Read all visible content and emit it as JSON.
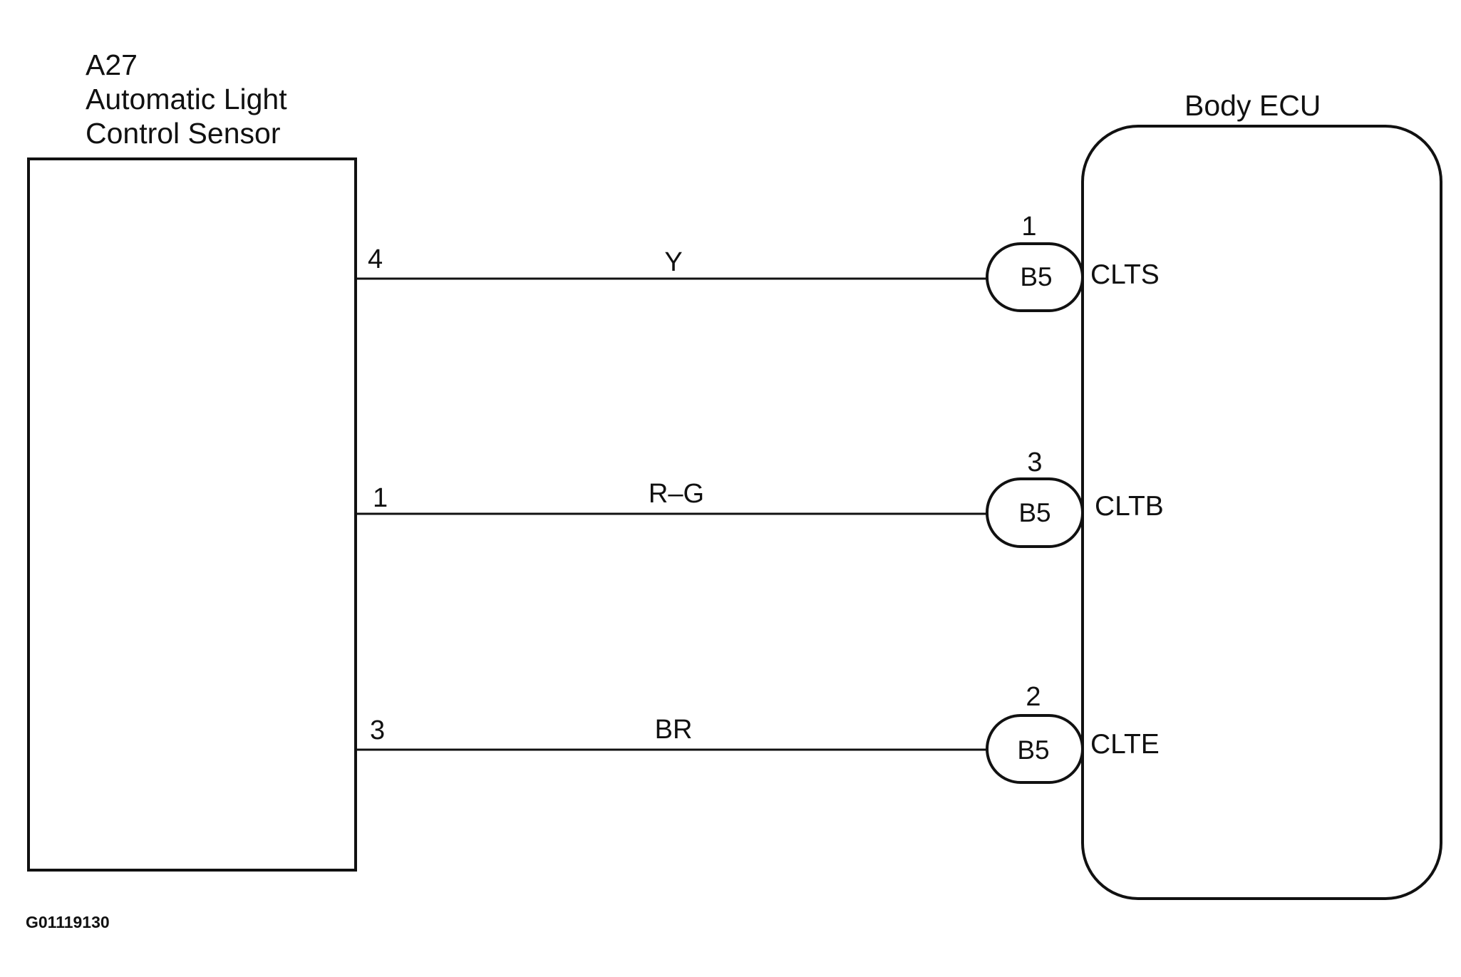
{
  "sensor": {
    "id": "A27",
    "name_line1": "Automatic Light",
    "name_line2": "Control Sensor"
  },
  "ecu": {
    "name": "Body ECU"
  },
  "connections": [
    {
      "sensor_pin": "4",
      "wire_color": "Y",
      "ecu_pin": "1",
      "connector": "B5",
      "signal": "CLTS"
    },
    {
      "sensor_pin": "1",
      "wire_color": "R–G",
      "ecu_pin": "3",
      "connector": "B5",
      "signal": "CLTB"
    },
    {
      "sensor_pin": "3",
      "wire_color": "BR",
      "ecu_pin": "2",
      "connector": "B5",
      "signal": "CLTE"
    }
  ],
  "figure_code": "G01119130"
}
